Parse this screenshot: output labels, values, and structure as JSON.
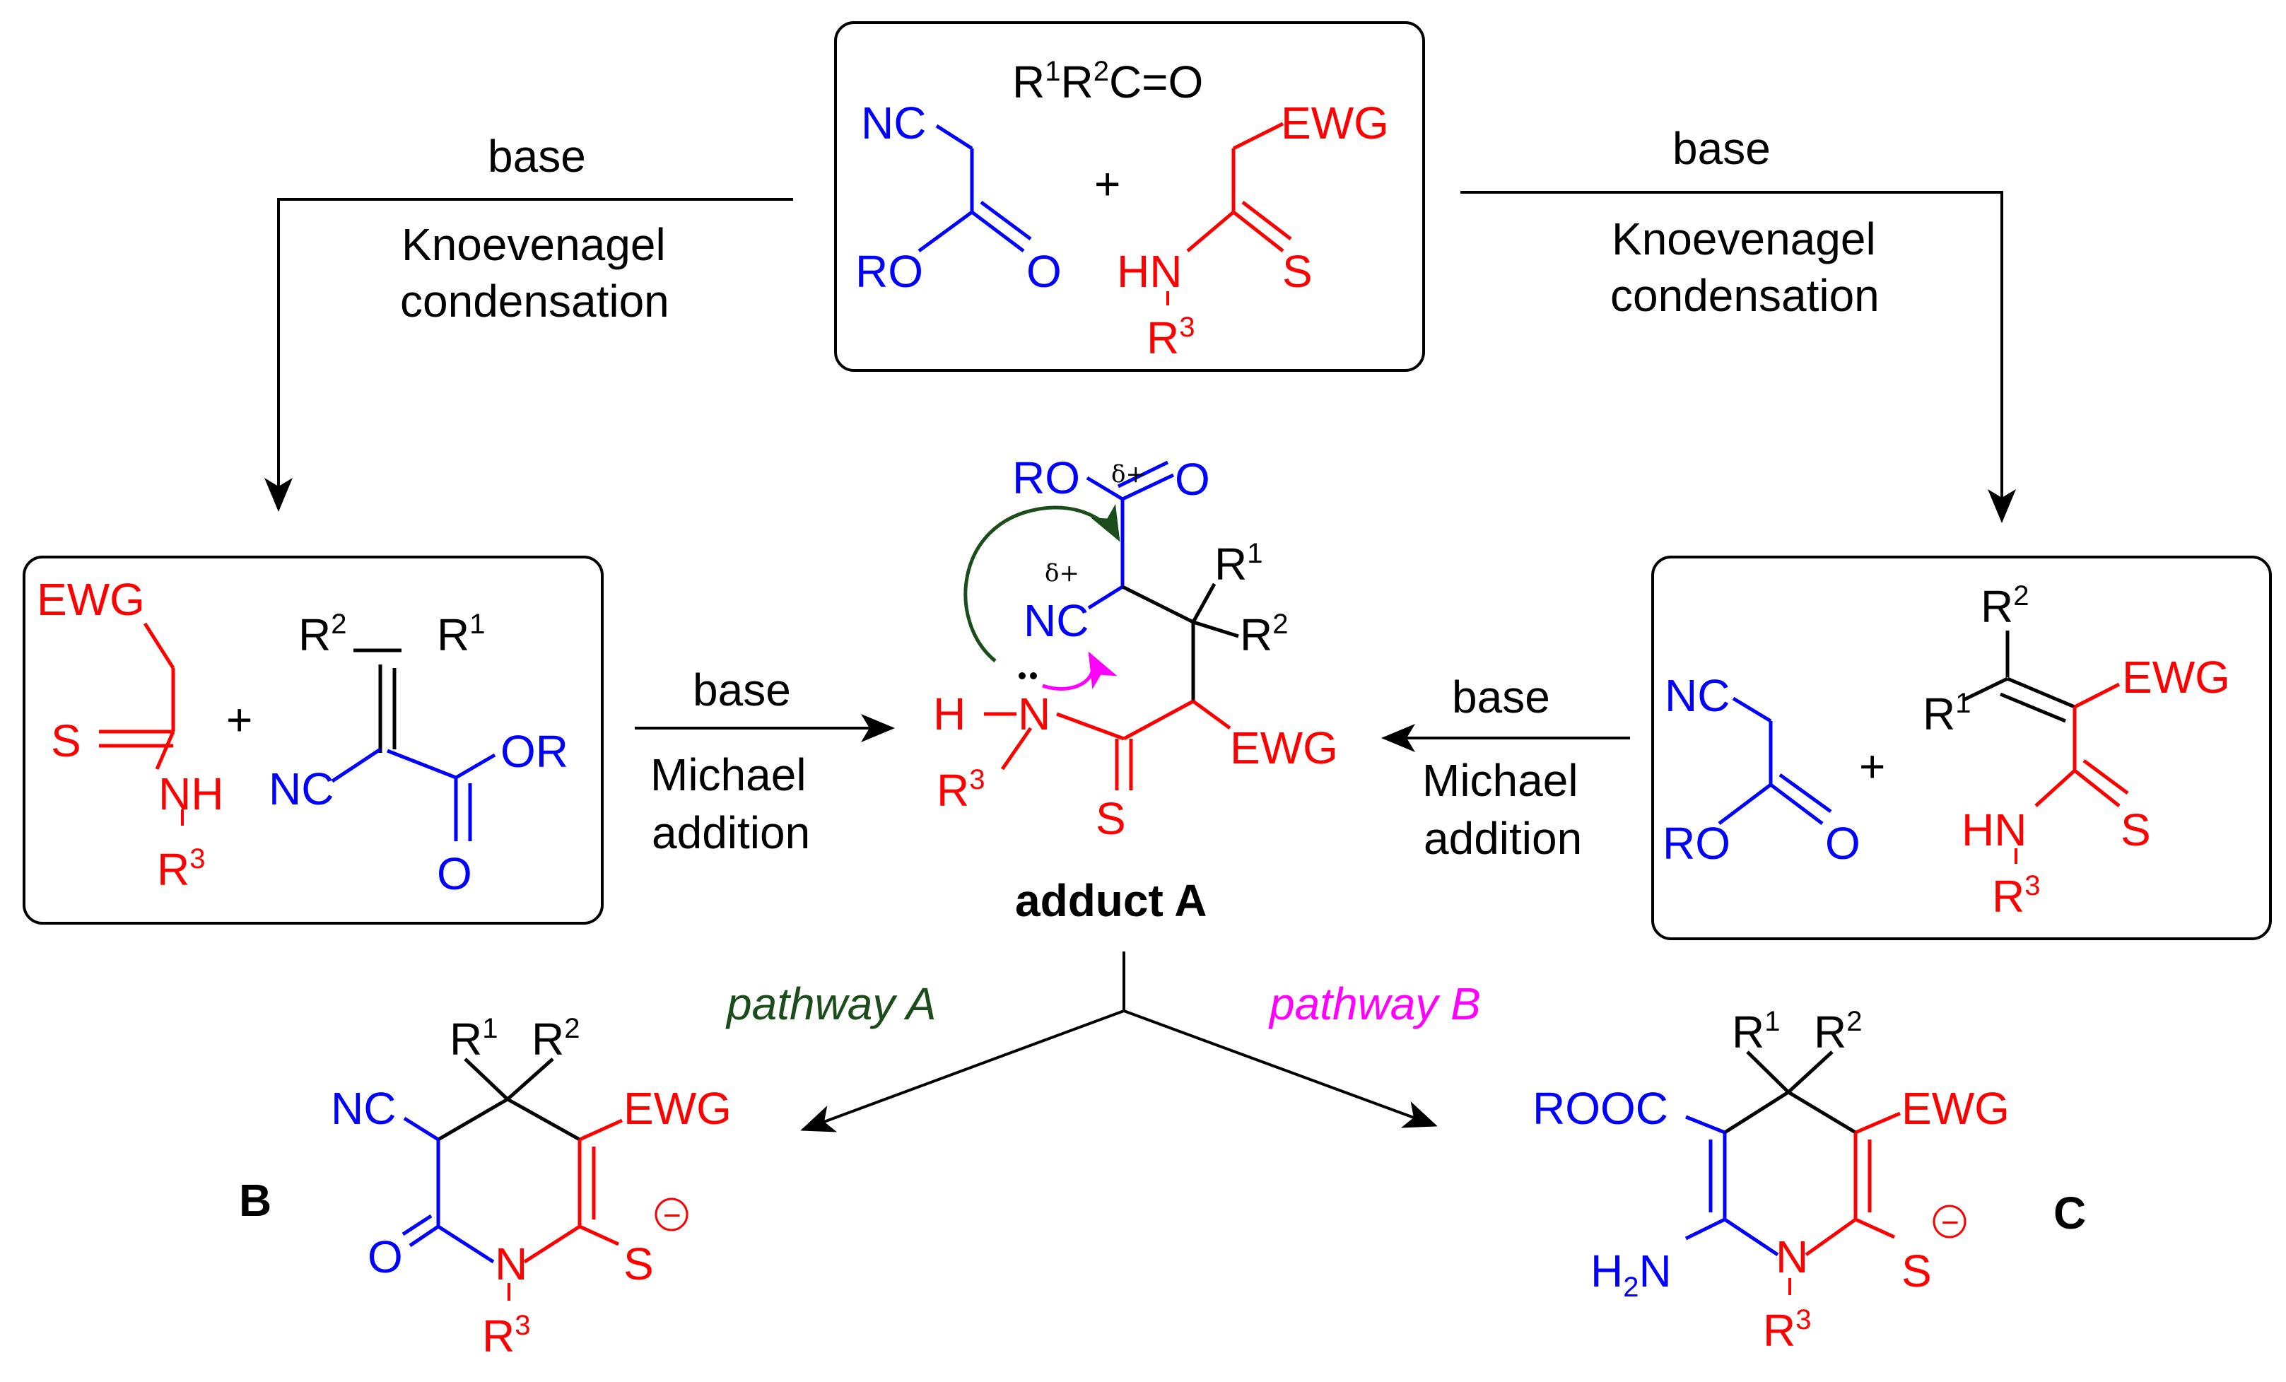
{
  "colors": {
    "blue": "#0000ff",
    "red": "#ff0000",
    "green": "#1a4d1a",
    "magenta": "#ff00ff",
    "black": "#000000"
  },
  "top_box": {
    "carbonyl": "R1R2C=O",
    "nc": "NC",
    "ro": "RO",
    "o": "O",
    "plus": "+",
    "ewg": "EWG",
    "hn": "HN",
    "s": "S",
    "r3": "R3"
  },
  "left_path": {
    "base": "base",
    "cond_line1": "Knoevenagel",
    "cond_line2": "condensation"
  },
  "right_path": {
    "base": "base",
    "cond_line1": "Knoevenagel",
    "cond_line2": "condensation"
  },
  "left_box": {
    "ewg": "EWG",
    "s": "S",
    "nh": "NH",
    "r3": "R3",
    "plus": "+",
    "r2": "R2",
    "r1": "R1",
    "nc": "NC",
    "or": "OR",
    "o": "O"
  },
  "right_box": {
    "nc": "NC",
    "ro": "RO",
    "o": "O",
    "plus": "+",
    "r2": "R2",
    "r1": "R1",
    "ewg": "EWG",
    "hn": "HN",
    "s": "S",
    "r3": "R3"
  },
  "michael_left": {
    "base": "base",
    "line1": "Michael",
    "line2": "addition"
  },
  "michael_right": {
    "base": "base",
    "line1": "Michael",
    "line2": "addition"
  },
  "adduct": {
    "ro": "RO",
    "delta1": "δ+",
    "o": "O",
    "delta2": "δ+",
    "r1": "R1",
    "nc": "NC",
    "r2": "R2",
    "h": "H",
    "n": "N",
    "ewg": "EWG",
    "r3": "R3",
    "s": "S",
    "label": "adduct A"
  },
  "pathways": {
    "a": "pathway A",
    "b": "pathway B"
  },
  "product_b": {
    "label": "B",
    "r1": "R1",
    "r2": "R2",
    "nc": "NC",
    "ewg": "EWG",
    "o": "O",
    "n": "N",
    "s": "S",
    "charge": "−",
    "r3": "R3"
  },
  "product_c": {
    "label": "C",
    "r1": "R1",
    "r2": "R2",
    "rooc": "ROOC",
    "ewg": "EWG",
    "h2n": "H2N",
    "n": "N",
    "s": "S",
    "charge": "−",
    "r3": "R3"
  }
}
